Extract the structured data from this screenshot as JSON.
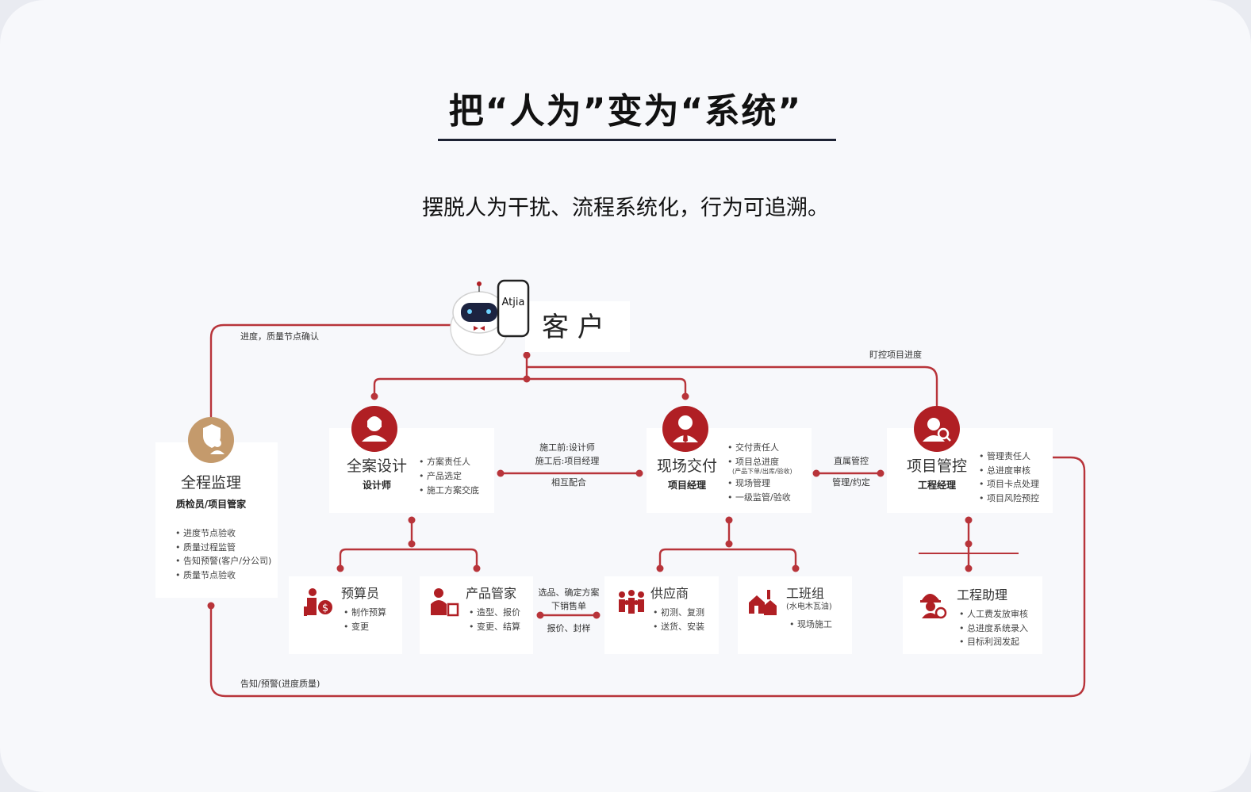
{
  "header": {
    "title": "把“人为”变为“系统”",
    "subtitle": "摆脱人为干扰、流程系统化，行为可追溯。"
  },
  "colors": {
    "accent": "#b01f24",
    "gold": "#c49a6c",
    "line": "#b8343a"
  },
  "customer": {
    "phone_label": "Atjia",
    "label": "客 户"
  },
  "annotations": {
    "top_left": "进度，质量节点确认",
    "top_right": "盯控项目进度",
    "bottom": "告知/预警(进度质量)",
    "design_site_1": "施工前:设计师",
    "design_site_2": "施工后:项目经理",
    "design_site_3": "相互配合",
    "site_pm_1": "直属管控",
    "site_pm_2": "管理/约定",
    "product_supplier_1": "选品、确定方案",
    "product_supplier_2": "下销售单",
    "product_supplier_3": "报价、封样"
  },
  "supervision": {
    "title": "全程监理",
    "subtitle": "质检员/项目管家",
    "items": [
      "进度节点验收",
      "质量过程监管",
      "告知预警(客户/分公司)",
      "质量节点验收"
    ]
  },
  "design": {
    "title": "全案设计",
    "subtitle": "设计师",
    "items": [
      "方案责任人",
      "产品选定",
      "施工方案交底"
    ]
  },
  "site": {
    "title": "现场交付",
    "subtitle": "项目经理",
    "items": [
      "交付责任人",
      "项目总进度",
      "(产品下单/出库/验收)",
      "现场管理",
      "一级监管/验收"
    ]
  },
  "pm": {
    "title": "项目管控",
    "subtitle": "工程经理",
    "items": [
      "管理责任人",
      "总进度审核",
      "项目卡点处理",
      "项目风险预控"
    ]
  },
  "budget": {
    "title": "预算员",
    "items": [
      "制作预算",
      "变更"
    ]
  },
  "product": {
    "title": "产品管家",
    "items": [
      "造型、报价",
      "变更、结算"
    ]
  },
  "supplier": {
    "title": "供应商",
    "items": [
      "初测、复测",
      "送货、安装"
    ]
  },
  "team": {
    "title": "工班组",
    "subtitle": "(水电木瓦油)",
    "items": [
      "现场施工"
    ]
  },
  "assistant": {
    "title": "工程助理",
    "items": [
      "人工费发放审核",
      "总进度系统录入",
      "目标利润发起"
    ]
  }
}
